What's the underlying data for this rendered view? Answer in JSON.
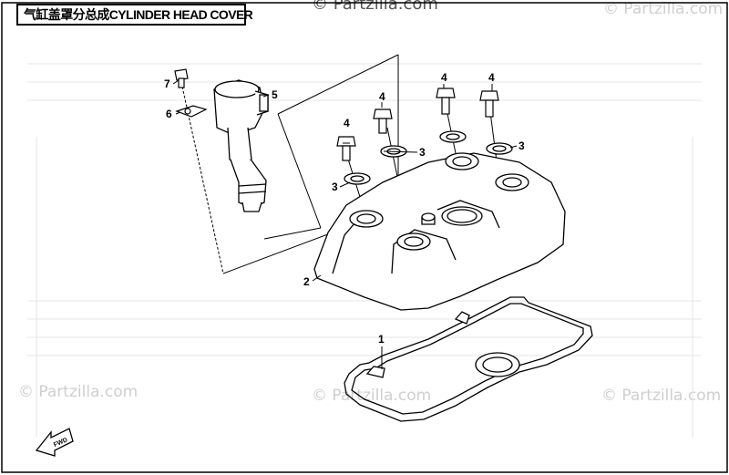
{
  "title": "气缸盖罩分总成CYLINDER HEAD COVER",
  "watermarks": {
    "top": "© Partzilla.com",
    "top_right": "© Partzilla.com",
    "bottom_left": "© Partzilla.com",
    "bottom_center": "© Partzilla.com",
    "bottom_right": "© Partzilla.com"
  },
  "callouts": {
    "c1": "1",
    "c2": "2",
    "c3a": "3",
    "c3b": "3",
    "c3c": "3",
    "c4a": "4",
    "c4b": "4",
    "c4c": "4",
    "c4d": "4",
    "c5": "5",
    "c6": "6",
    "c7": "7"
  },
  "fwd_label": "FWD",
  "colors": {
    "line": "#000000",
    "watermark": "#cfcfcf",
    "fill": "#ffffff"
  }
}
